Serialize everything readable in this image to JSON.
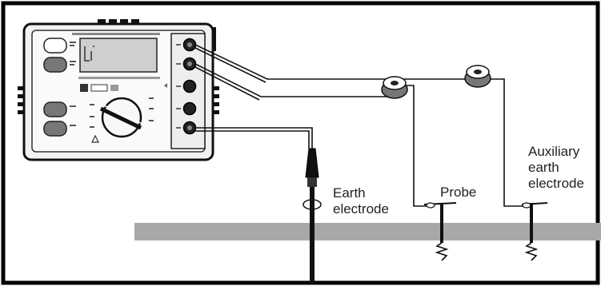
{
  "labels": {
    "earth_electrode": [
      "Earth",
      "electrode"
    ],
    "probe": "Probe",
    "auxiliary_earth_electrode": [
      "Auxiliary",
      "earth",
      "electrode"
    ]
  },
  "colors": {
    "frame": "#000000",
    "ground": "#a8a8a8",
    "instrument_body": "#f2f2f2",
    "wire": "#111111"
  },
  "icons": {
    "clip_probe": "alligator-clip-icon",
    "clip_aux": "alligator-clip-icon",
    "earth_clamp": "cable-clamp-icon",
    "spike": "ground-spike-icon"
  }
}
